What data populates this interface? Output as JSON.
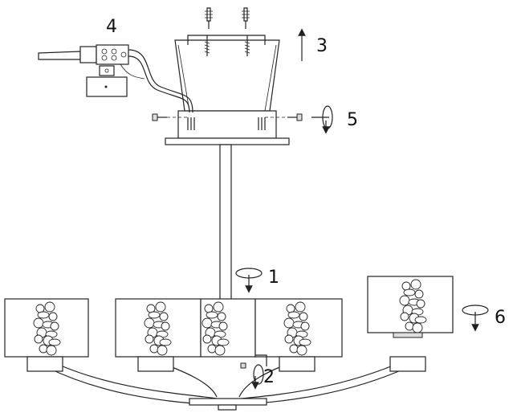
{
  "steps": [
    {
      "id": "1",
      "label": "1",
      "rotation": "clockwise"
    },
    {
      "id": "2",
      "label": "2",
      "rotation": "clockwise"
    },
    {
      "id": "3",
      "label": "3",
      "direction": "up"
    },
    {
      "id": "4",
      "label": "4"
    },
    {
      "id": "5",
      "label": "5",
      "rotation": "clockwise"
    },
    {
      "id": "6",
      "label": "6",
      "rotation": "clockwise"
    }
  ],
  "colors": {
    "line": "#222222",
    "background": "#ffffff"
  }
}
